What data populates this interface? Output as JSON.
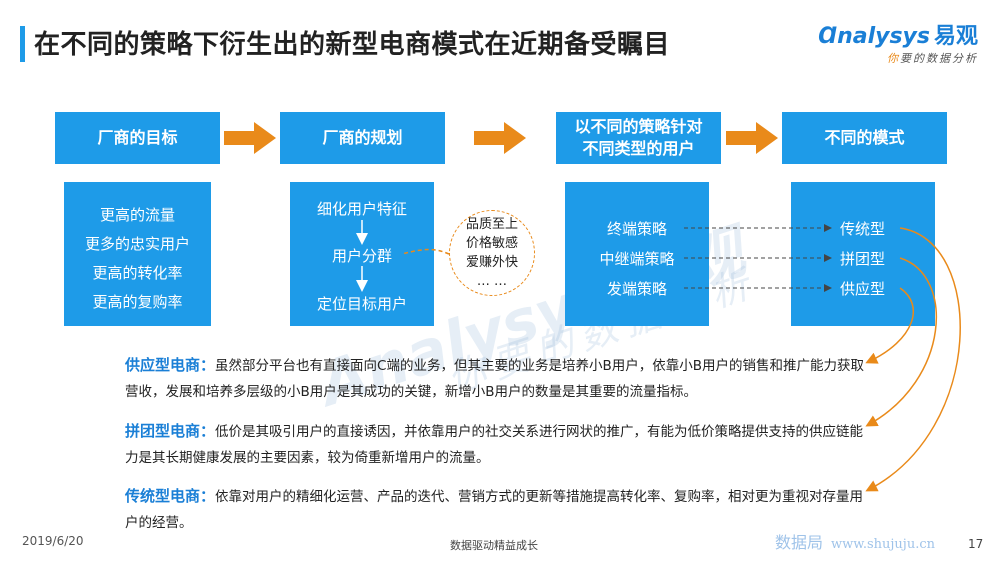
{
  "header": {
    "title": "在不同的策略下衍生出的新型电商模式在近期备受瞩目",
    "logo_brand": "nalysys",
    "logo_cn": "易观",
    "logo_sub_accent": "你",
    "logo_sub_rest": "要的数据分析"
  },
  "flow": {
    "columns": [
      {
        "header": "厂商的目标",
        "items": [
          "更高的流量",
          "更多的忠实用户",
          "更高的转化率",
          "更高的复购率"
        ]
      },
      {
        "header": "厂商的规划",
        "items": [
          "细化用户特征",
          "用户分群",
          "定位目标用户"
        ]
      },
      {
        "header_lines": [
          "以不同的策略针对",
          "不同类型的用户"
        ],
        "items": [
          "终端策略",
          "中继端策略",
          "发端策略"
        ]
      },
      {
        "header": "不同的模式",
        "items": [
          "传统型",
          "拼团型",
          "供应型"
        ]
      }
    ],
    "bubble": [
      "品质至上",
      "价格敏感",
      "爱赚外快",
      "… …"
    ]
  },
  "paragraphs": [
    {
      "label": "供应型电商：",
      "text": "虽然部分平台也有直接面向C端的业务，但其主要的业务是培养小B用户，依靠小B用户的销售和推广能力获取营收，发展和培养多层级的小B用户是其成功的关键，新增小B用户的数量是其重要的流量指标。"
    },
    {
      "label": "拼团型电商：",
      "text": "低价是其吸引用户的直接诱因，并依靠用户的社交关系进行网状的推广，有能为低价策略提供支持的供应链能力是其长期健康发展的主要因素，较为倚重新增用户的流量。"
    },
    {
      "label": "传统型电商：",
      "text": "依靠对用户的精细化运营、产品的迭代、营销方式的更新等措施提高转化率、复购率，相对更为重视对存量用户的经营。"
    }
  ],
  "footer": {
    "date": "2019/6/20",
    "center": "数据驱动精益成长",
    "watermark_cn": "数据局",
    "watermark_url": "www.shujuju.cn",
    "page": "17"
  },
  "colors": {
    "primary": "#1e9be8",
    "accent": "#e98a1a",
    "label": "#1a7fd6"
  }
}
